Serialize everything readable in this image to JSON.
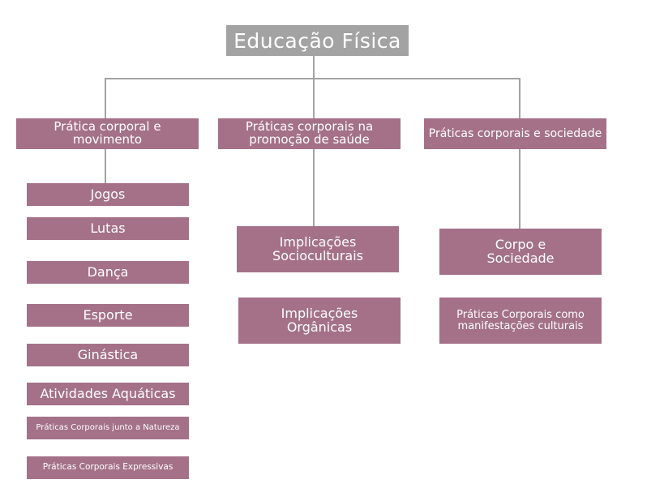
{
  "title": "Educação Física",
  "branches": [
    {
      "label": "Prática corporal e movimento",
      "children": [
        "Jogos",
        "Lutas",
        "Dança",
        "Esporte",
        "Ginástica",
        "Atividades Aquáticas",
        "Práticas Corporais junto a Natureza",
        "Práticas Corporais Expressivas"
      ]
    },
    {
      "label": "Práticas corporais na promoção de saúde",
      "children": [
        "Implicações Socioculturais",
        "Implicações Orgânicas"
      ]
    },
    {
      "label": "Práticas corporais e sociedade",
      "children": [
        "Corpo e Sociedade",
        "Práticas Corporais como manifestações culturais"
      ]
    }
  ],
  "colors": {
    "box": "#a47189",
    "title_box": "#a3a3a3",
    "connector": "#a3a3a3"
  }
}
